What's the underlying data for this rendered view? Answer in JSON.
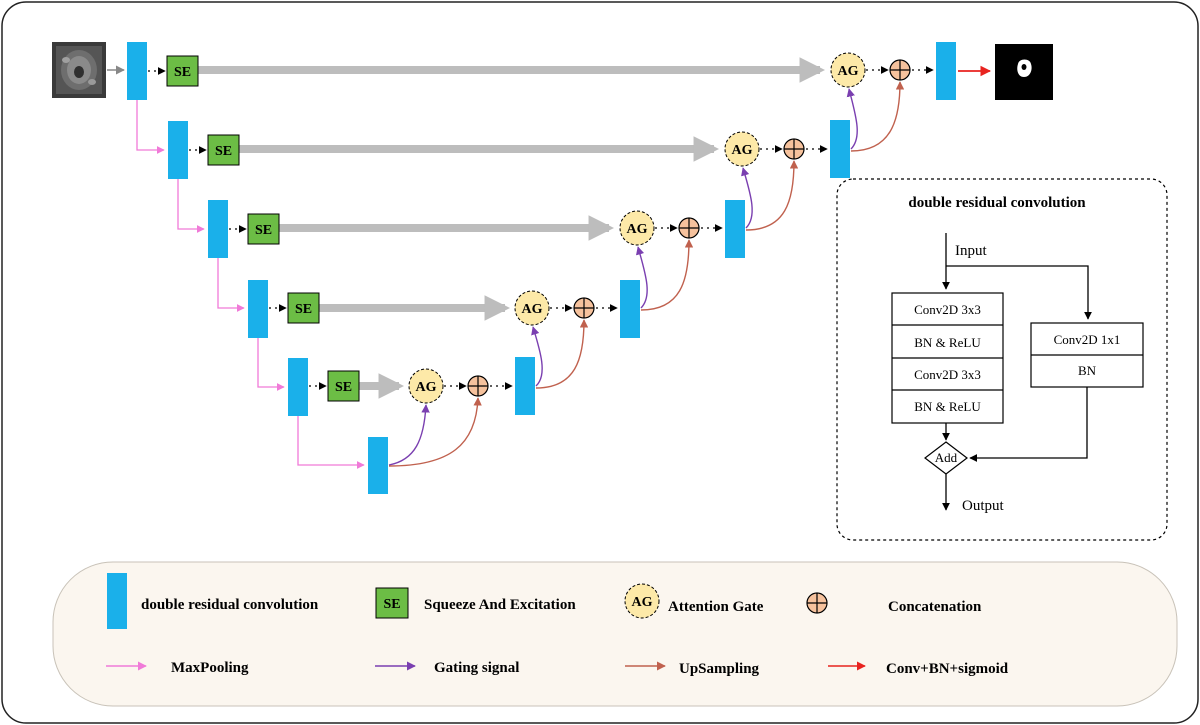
{
  "blocks": {
    "se_label": "SE",
    "ag_label": "AG"
  },
  "inset": {
    "title": "double residual convolution",
    "input_label": "Input",
    "output_label": "Output",
    "conv3x3_a": "Conv2D 3x3",
    "bn_relu_a": "BN & ReLU",
    "conv3x3_b": "Conv2D 3x3",
    "bn_relu_b": "BN & ReLU",
    "conv1x1": "Conv2D 1x1",
    "bn": "BN",
    "add": "Add"
  },
  "legend": {
    "drc": "double residual convolution",
    "se_icon": "SE",
    "se": "Squeeze And Excitation",
    "ag_icon": "AG",
    "ag": "Attention Gate",
    "concat": "Concatenation",
    "maxpool": "MaxPooling",
    "gating": "Gating signal",
    "upsampling": "UpSampling",
    "output_conv": "Conv+BN+sigmoid"
  },
  "colors": {
    "block": "#1ab0ea",
    "se_fill": "#6cbd45",
    "ag_fill": "#fde9a8",
    "concat_fill": "#f6c29d",
    "maxpool": "#f07ad8",
    "gating": "#7a3fb0",
    "upsampling": "#c0614e",
    "output_conv": "#e8231f",
    "skip": "#bdbdbd"
  }
}
